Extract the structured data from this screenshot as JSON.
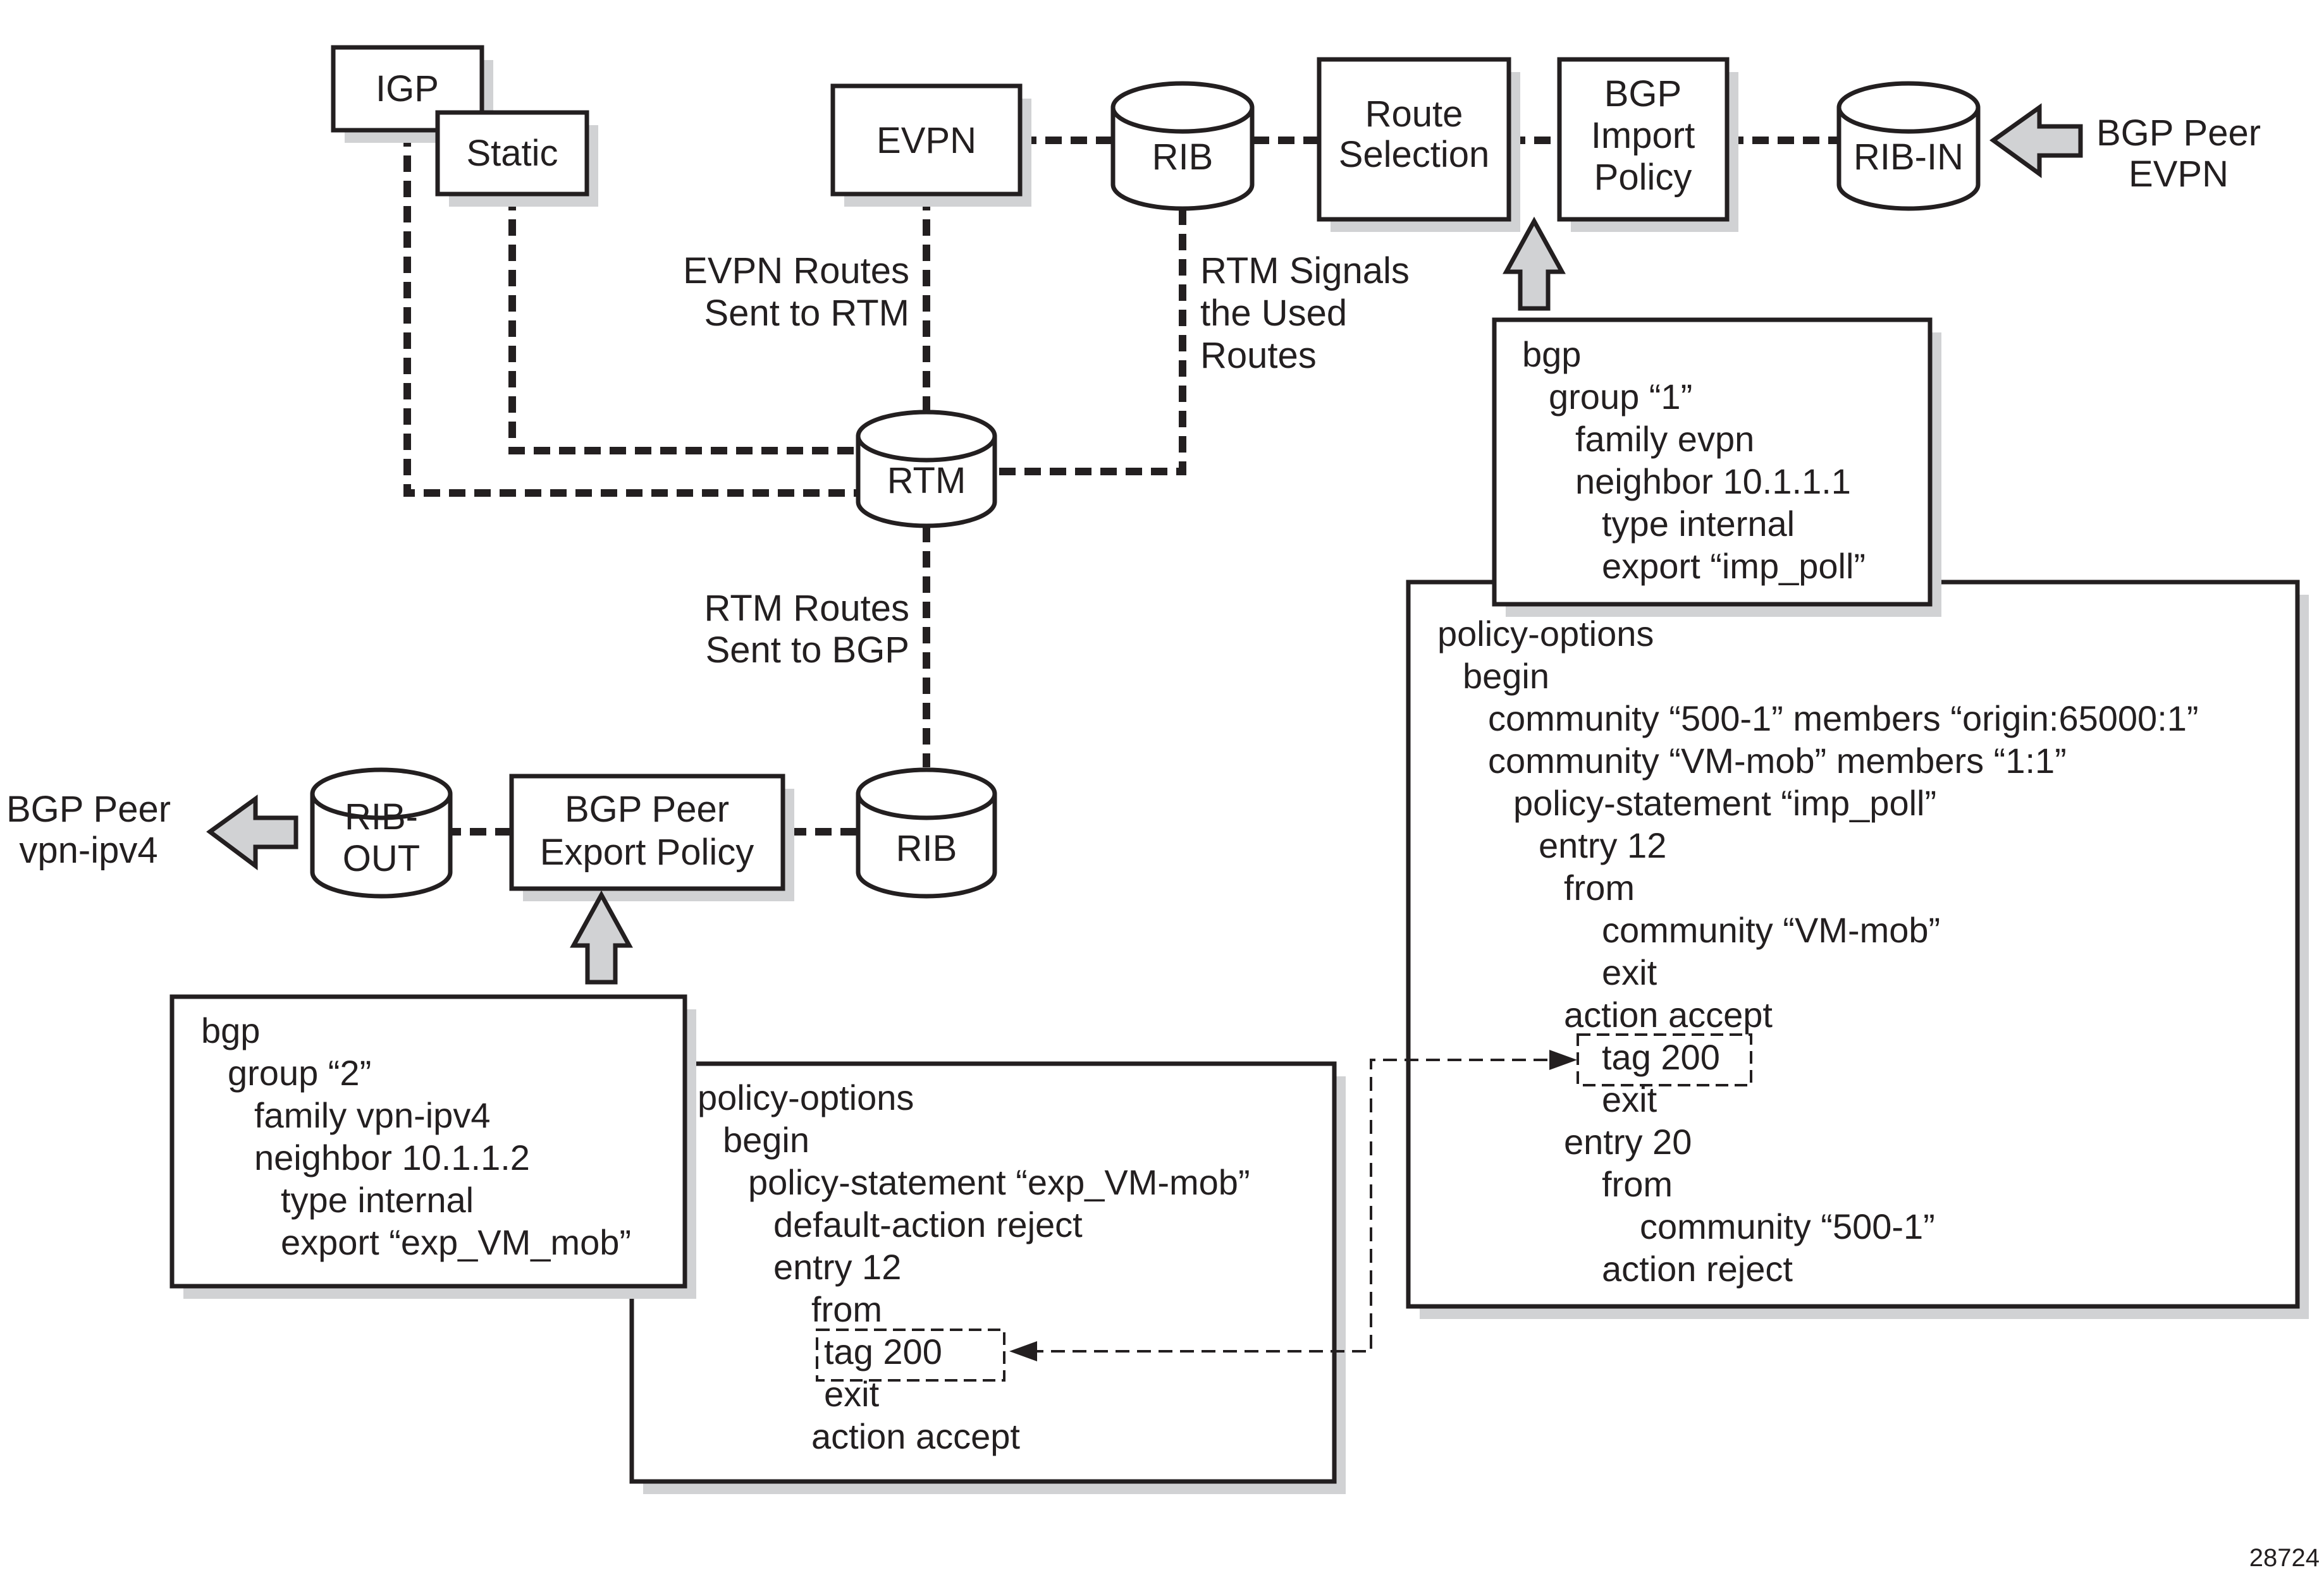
{
  "nodes": {
    "igp": "IGP",
    "static": "Static",
    "evpn": "EVPN",
    "rib_top": "RIB",
    "route_selection": [
      "Route",
      "Selection"
    ],
    "bgp_import_policy": [
      "BGP",
      "Import",
      "Policy"
    ],
    "rib_in": "RIB-IN",
    "bgp_peer_evpn": [
      "BGP Peer",
      "EVPN"
    ],
    "rtm": "RTM",
    "rib_bottom": "RIB",
    "bgp_peer_export_policy": [
      "BGP Peer",
      "Export Policy"
    ],
    "rib_out": [
      "RIB-",
      "OUT"
    ],
    "bgp_peer_vpn_ipv4": [
      "BGP Peer",
      "vpn-ipv4"
    ]
  },
  "edge_labels": {
    "evpn_to_rtm": [
      "EVPN Routes",
      "Sent to RTM"
    ],
    "rtm_signals": [
      "RTM Signals",
      "the Used",
      "Routes"
    ],
    "rtm_to_bgp": [
      "RTM Routes",
      "Sent to BGP"
    ]
  },
  "config_bgp_group1": [
    "bgp",
    "  group “1”",
    "    family evpn",
    "    neighbor 10.1.1.1",
    "      type internal",
    "      export “imp_poll”"
  ],
  "config_policy_import": [
    "policy-options",
    "  begin",
    "    community “500-1” members “origin:65000:1”",
    "    community “VM-mob” members “1:1”",
    "      policy-statement “imp_poll”",
    "        entry 12",
    "          from",
    "             community “VM-mob”",
    "             exit",
    "          action accept",
    "             tag 200",
    "             exit",
    "          entry 20",
    "             from",
    "                community “500-1”",
    "             action reject"
  ],
  "config_bgp_group2": [
    "bgp",
    "  group “2”",
    "    family vpn-ipv4",
    "    neighbor 10.1.1.2",
    "      type internal",
    "      export “exp_VM_mob”"
  ],
  "config_policy_export": [
    "policy-options",
    "  begin",
    "    policy-statement “exp_VM-mob”",
    "      default-action reject",
    "      entry 12",
    "         from",
    "          tag 200",
    "          exit",
    "         action accept"
  ],
  "figure_id": "28724",
  "colors": {
    "stroke": "#231f20",
    "shadow": "#d1d2d4",
    "background": "#ffffff"
  }
}
